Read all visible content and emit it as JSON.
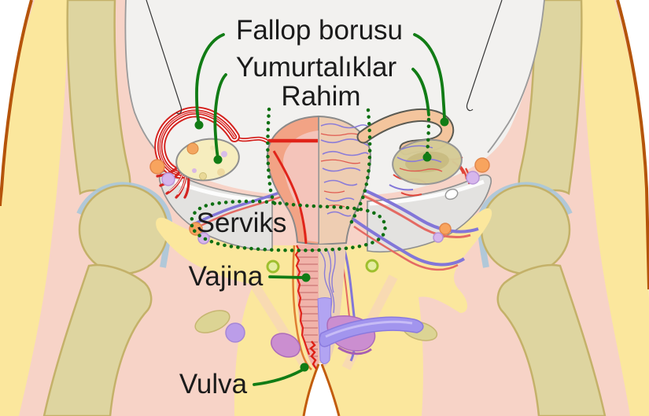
{
  "figure": {
    "labels": {
      "fallopian_tube": "Fallop borusu",
      "ovaries": "Yumurtalıklar",
      "uterus": "Rahim",
      "cervix": "Serviks",
      "vagina": "Vajina",
      "vulva": "Vulva"
    },
    "label_text_color": "#1b1b1b",
    "leader_line_color": "#117c15",
    "dotted_outline_color": "#0e6f12",
    "palette": {
      "skin_outline": "#b5540a",
      "fat_yellow": "#fbe79d",
      "muscle_pink": "#f7d3c7",
      "bone_khaki": "#ded5a0",
      "bone_outline": "#c4b169",
      "cartilage_blue": "#a9c7d9",
      "cavity_gray": "#f2f1ef",
      "ligament_gray": "#e3e2e0",
      "uterus_left_salmon": "#f2a385",
      "uterus_right_tan": "#eecdb2",
      "red_line": "#e0241a",
      "vessel_purple": "#8276d8",
      "vessel_red": "#e46a63",
      "ovary_pale_yellow": "#f6edbe",
      "right_tube_peach": "#f4c59d",
      "right_ovary_olive": "#d6cb96",
      "lymph_node_green": "#cddf52",
      "purple_band": "#a295ee",
      "magenta_muscle": "#cb8ed0",
      "lavender_circle": "#bb9de9"
    }
  }
}
